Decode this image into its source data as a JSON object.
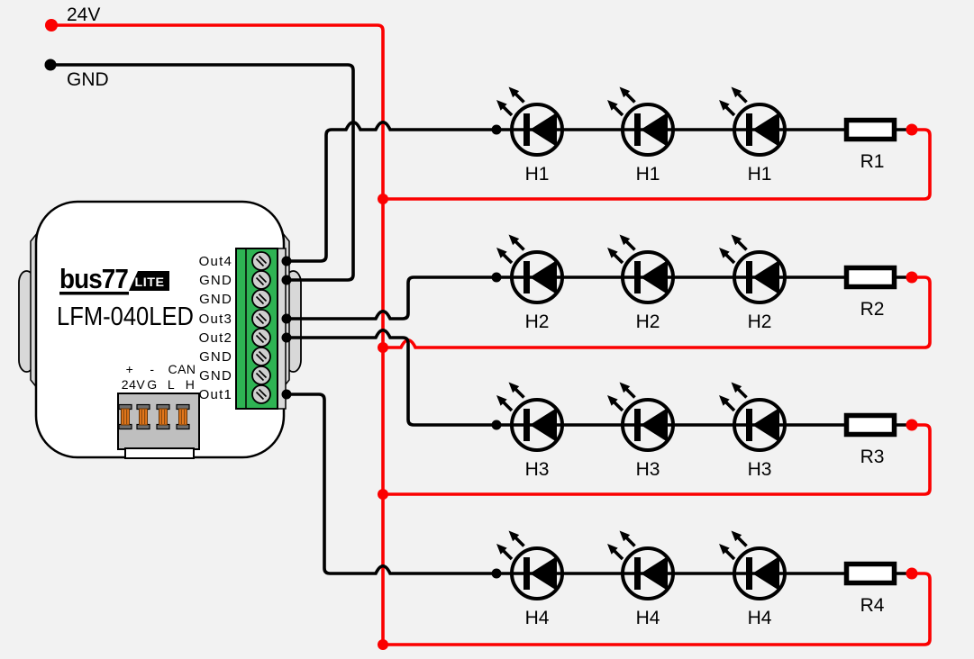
{
  "power": {
    "v24_label": "24V",
    "gnd_label": "GND"
  },
  "device": {
    "brand": "bus77",
    "badge": "LITE",
    "model": "LFM-040LED",
    "terminals": [
      "Out4",
      "GND",
      "GND",
      "Out3",
      "Out2",
      "GND",
      "GND",
      "Out1"
    ],
    "connector": {
      "plus": "+",
      "minus": "-",
      "can": "CAN",
      "v24": "24V",
      "g": "G",
      "l": "L",
      "h": "H"
    }
  },
  "rows": [
    {
      "led": "H1",
      "resistor": "R1"
    },
    {
      "led": "H2",
      "resistor": "R2"
    },
    {
      "led": "H3",
      "resistor": "R3"
    },
    {
      "led": "H4",
      "resistor": "R4"
    }
  ],
  "colors": {
    "background": "#f2f2f2",
    "wire_red": "#fb0000",
    "wire_black": "#000000",
    "terminal_green": "#2eb353",
    "connector_orange": "#e2761b"
  }
}
